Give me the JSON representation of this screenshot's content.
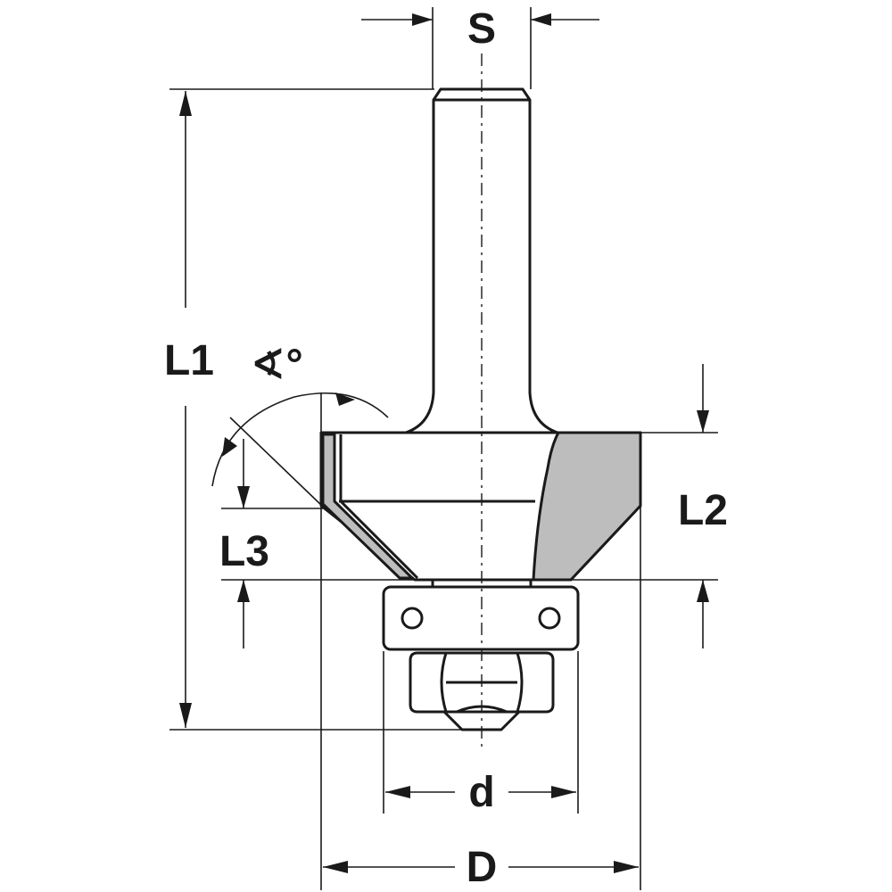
{
  "drawing": {
    "labels": {
      "S": "S",
      "L1": "L1",
      "L2": "L2",
      "L3": "L3",
      "angle": "∢°",
      "d": "d",
      "D": "D"
    }
  },
  "colors": {
    "line": "#1a1a1a",
    "cutter_insert": "#bdbdbd",
    "background": "#ffffff"
  }
}
